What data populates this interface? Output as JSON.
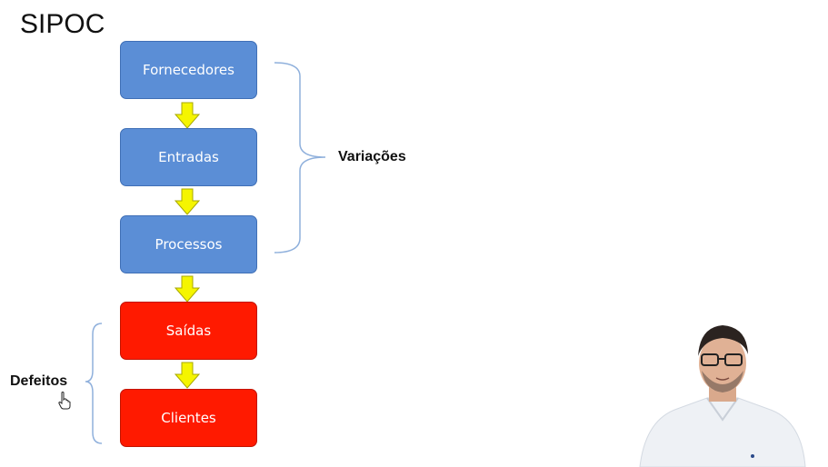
{
  "title": "SIPOC",
  "steps": [
    {
      "label": "Fornecedores",
      "color": "#5b8ed6"
    },
    {
      "label": "Entradas",
      "color": "#5b8ed6"
    },
    {
      "label": "Processos",
      "color": "#5b8ed6"
    },
    {
      "label": "Saídas",
      "color": "#ff1a00"
    },
    {
      "label": "Clientes",
      "color": "#ff1a00"
    }
  ],
  "arrow_color": "#f5f500",
  "groups": {
    "variation_label": "Variações",
    "defect_label": "Defeitos"
  },
  "icons": {
    "arrow": "down-arrow-icon",
    "cursor": "hand-pointer-icon"
  }
}
